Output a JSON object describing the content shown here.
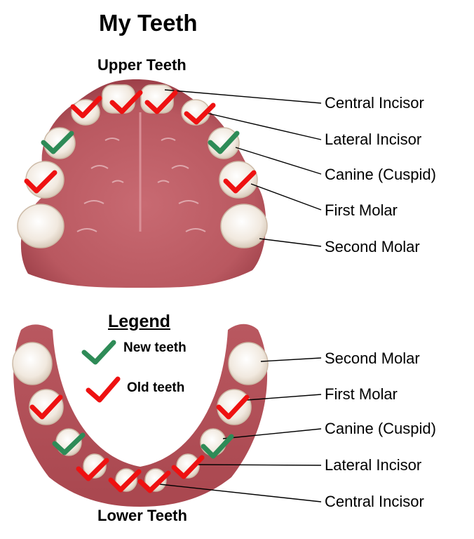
{
  "title": "My Teeth",
  "upper_label": "Upper Teeth",
  "lower_label": "Lower Teeth",
  "upper_labels": [
    "Central Incisor",
    "Lateral Incisor",
    "Canine (Cuspid)",
    "First Molar",
    "Second Molar"
  ],
  "lower_labels": [
    "Second Molar",
    "First Molar",
    "Canine (Cuspid)",
    "Lateral Incisor",
    "Central Incisor"
  ],
  "legend": {
    "title": "Legend",
    "new": "New teeth",
    "old": "Old teeth"
  },
  "colors": {
    "new_check": "#2e8b57",
    "old_check": "#ee1111",
    "gum": "#b85560",
    "tooth": "#f4ede4"
  },
  "marks": {
    "upper": [
      "old",
      "old",
      "old",
      "old",
      "new",
      "new",
      "old",
      "old"
    ],
    "lower": [
      "old",
      "old",
      "new",
      "new",
      "old",
      "old",
      "old",
      "old"
    ]
  }
}
